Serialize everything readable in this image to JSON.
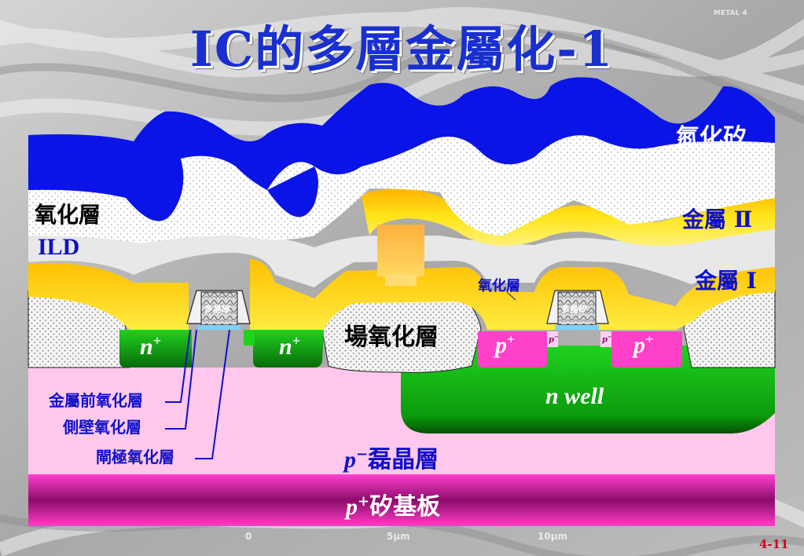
{
  "title": "IC的多層金屬化-1",
  "background_label": "METAL 4",
  "labels": {
    "nitride": "氮化矽",
    "oxide_layer": "氧化層",
    "ild": "ILD",
    "metal2": "金屬 Ⅱ",
    "metal1": "金屬 Ⅰ",
    "oxide_small": "氧化層",
    "field_oxide": "場氧化層",
    "n_well": "n well",
    "pre_metal_oxide": "金屬前氧化層",
    "sidewall_oxide": "側壁氧化層",
    "gate_oxide": "閘極氧化層",
    "epi_layer": "磊晶層",
    "substrate": "矽基板",
    "polysilicon": "多晶矽"
  },
  "doping": {
    "n": "n",
    "p": "p",
    "plus": "+",
    "minus": "−"
  },
  "scale": {
    "zero": "0",
    "five": "5µm",
    "ten": "10µm"
  },
  "page_number": "4-11",
  "colors": {
    "title": "#1a2fd0",
    "nitride": "#0a14e6",
    "metal": "#ffe21c",
    "oxide": "#ececec",
    "n_plus": "#1fc41f",
    "p_plus": "#ff40c8",
    "epi": "#ffc8ec",
    "substrate": "#8c0c6a",
    "label_blue": "#1010c8"
  }
}
